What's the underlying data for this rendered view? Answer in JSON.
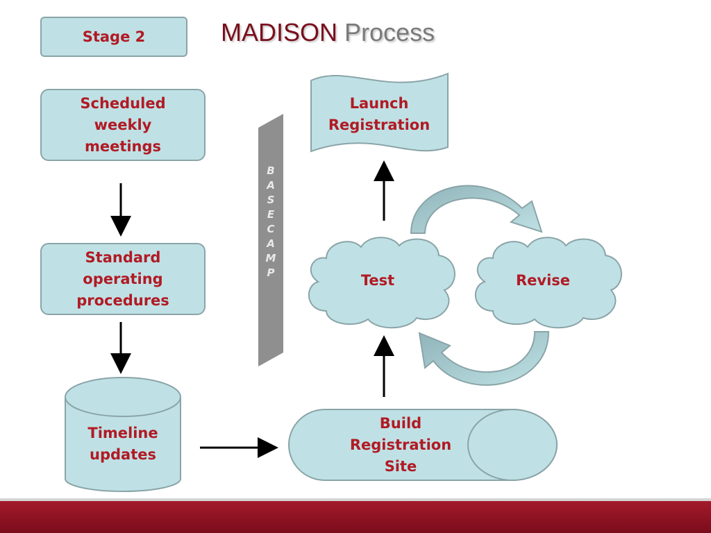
{
  "title": {
    "part1": "MADISON",
    "part2": "Process"
  },
  "stage": "Stage 2",
  "left_flow": {
    "box1": "Scheduled weekly meetings",
    "box2": "Standard operating procedures",
    "cylinder": "Timeline updates"
  },
  "basecamp": [
    "B",
    "A",
    "S",
    "E",
    "C",
    "A",
    "M",
    "P"
  ],
  "right_flow": {
    "launch": "Launch Registration",
    "test": "Test",
    "revise": "Revise",
    "build": "Build Registration Site"
  },
  "colors": {
    "shape_fill": "#bfe1e5",
    "shape_stroke": "#8aa4a8",
    "text": "#b11a24",
    "title_primary": "#7a0e1c",
    "title_secondary": "#7a7a7a",
    "footer": "#8e1121",
    "basecamp_bar": "#8f8f8f"
  }
}
